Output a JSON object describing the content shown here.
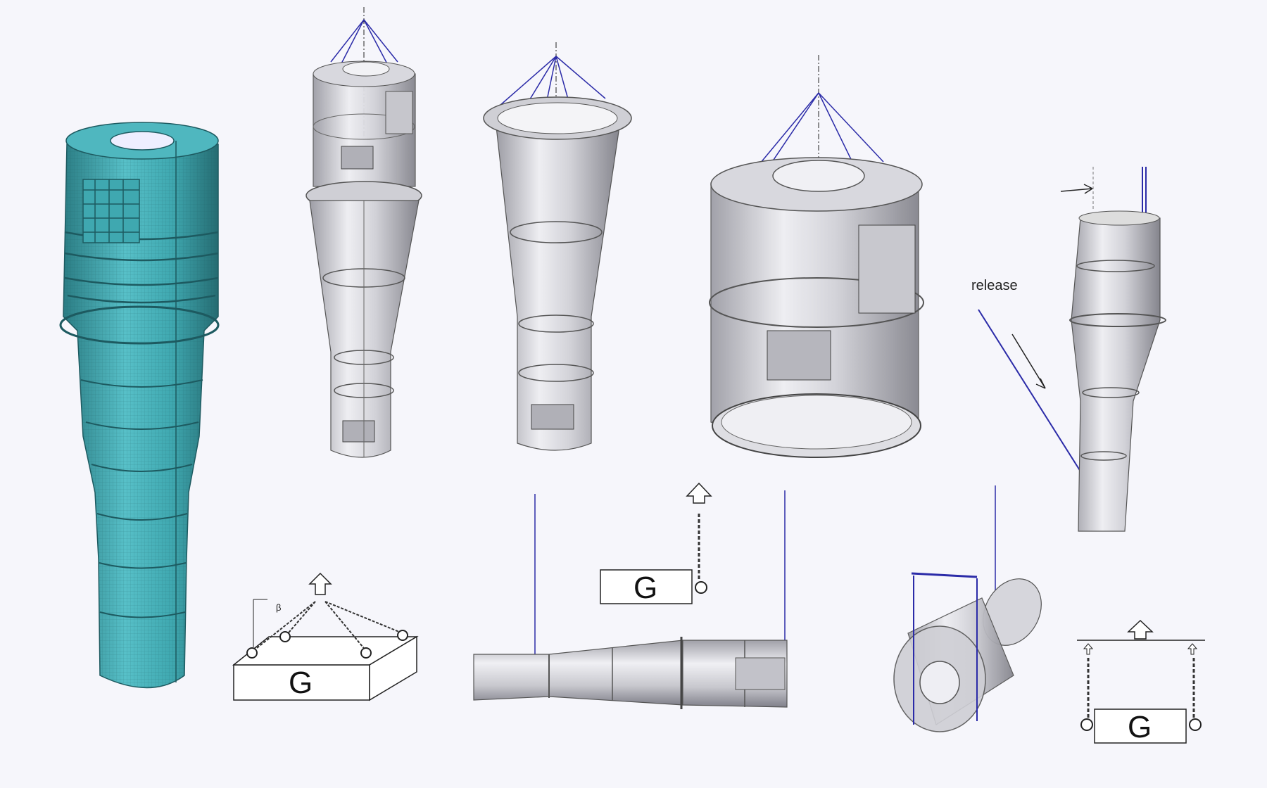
{
  "labels": {
    "release": "release",
    "load_g": "G",
    "angle_beta": "β"
  },
  "colors": {
    "background": "#f6f6fb",
    "fem_mesh": "#3fa8b0",
    "fem_mesh_dark": "#2b7d84",
    "steel_light": "#e6e6ea",
    "steel_mid": "#bdbdc4",
    "steel_dark": "#707078",
    "sling_blue": "#2b2ba8",
    "outline": "#333333"
  },
  "icons": {
    "lift_arrow": "up-arrow-icon",
    "chain": "chain-icon",
    "shackle": "shackle-icon"
  }
}
